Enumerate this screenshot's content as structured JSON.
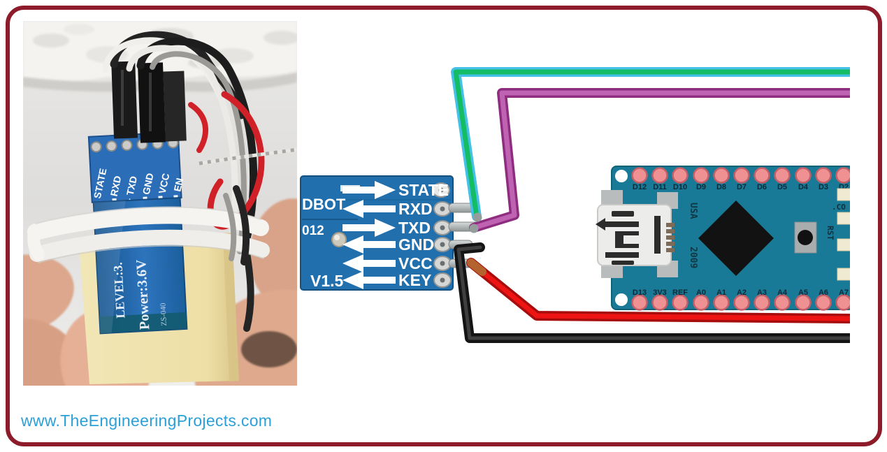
{
  "frame": {
    "border_color": "#8e1b2a"
  },
  "watermark": {
    "url": "www.TheEngineeringProjects.com",
    "color": "#2b9fd7"
  },
  "photo": {
    "module_text": {
      "line1": "LEVEL:3.",
      "line2": "Power:3.6V",
      "line3": "ZS-040"
    },
    "pin_labels": [
      "STATE",
      "RXD",
      "TXD",
      "GND",
      "VCC",
      "EN"
    ]
  },
  "breakout_board": {
    "color": "#2170ad",
    "silkscreen": {
      "brand": "DBOT",
      "code": "012",
      "version": "V1.5"
    },
    "pins": [
      {
        "label": "STATE",
        "arrow": "right"
      },
      {
        "label": "RXD",
        "arrow": "left"
      },
      {
        "label": "TXD",
        "arrow": "right"
      },
      {
        "label": "GND",
        "arrow": "left"
      },
      {
        "label": "VCC",
        "arrow": "left"
      },
      {
        "label": "KEY",
        "arrow": "left"
      }
    ]
  },
  "arduino_nano": {
    "color": "#187a96",
    "top_pin_labels": [
      "D12",
      "D11",
      "D10",
      "D9",
      "D8",
      "D7",
      "D6",
      "D5",
      "D4",
      "D3",
      "D2"
    ],
    "bottom_pin_labels": [
      "D13",
      "3V3",
      "REF",
      "A0",
      "A1",
      "A2",
      "A3",
      "A4",
      "A5",
      "A6",
      "A7"
    ],
    "silkscreen": {
      "usa": "USA",
      "year": "2009",
      "reset": "RST",
      "partial": ".CO"
    }
  },
  "wires": {
    "rxd": {
      "outer": "#45c0e6",
      "inner": "#14bd64",
      "connects": "RXD"
    },
    "txd": {
      "outer": "#8e2d7f",
      "inner": "#bf62b2",
      "connects": "TXD"
    },
    "gnd": {
      "outer": "#141414",
      "inner": "#3f3f3f",
      "connects": "GND"
    },
    "vcc": {
      "outer": "#a80d0d",
      "inner": "#ee1414",
      "connects": "VCC"
    }
  }
}
